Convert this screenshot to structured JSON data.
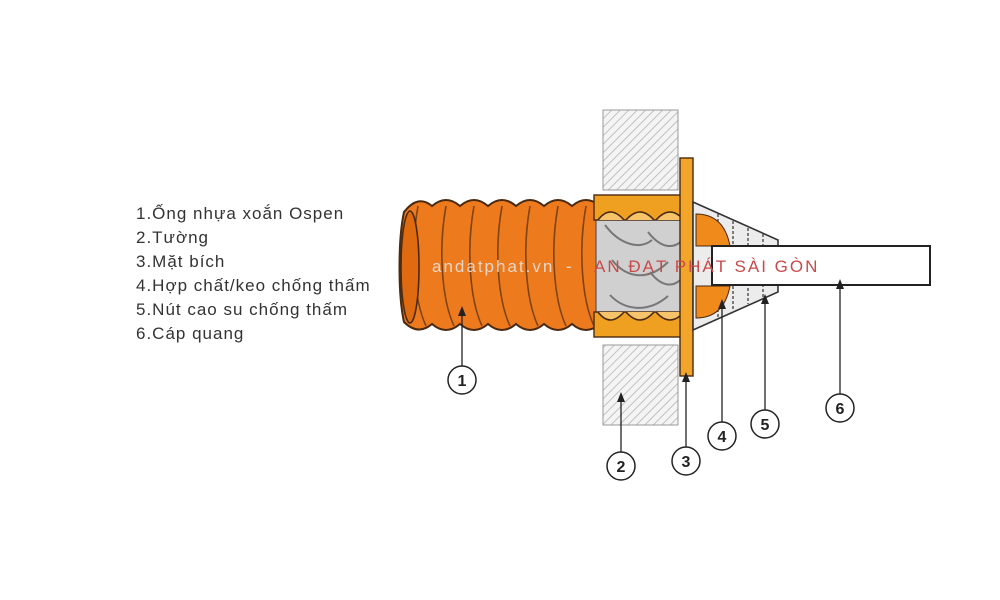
{
  "legend": [
    "1.Ống nhựa xoắn Ospen",
    "2.Tường",
    "3.Mặt bích",
    "4.Hợp chất/keo chống thấm",
    "5.Nút cao su chống thấm",
    "6.Cáp quang"
  ],
  "callouts": [
    "1",
    "2",
    "3",
    "4",
    "5",
    "6"
  ],
  "watermark": {
    "site": "andatphat.vn",
    "separator": "-",
    "brand": "AN ĐẠT PHÁT SÀI GÒN"
  },
  "colors": {
    "pipe": "#ee7a1e",
    "pipe_outline": "#4a2a10",
    "sealant": "#f0a020",
    "flange": "#f3a52a",
    "wall_hatch": "#bdbdbd",
    "pipe_interior": "#d0d0d0",
    "watermark_site": "#e8d6c8",
    "watermark_brand": "#c84a4a"
  }
}
